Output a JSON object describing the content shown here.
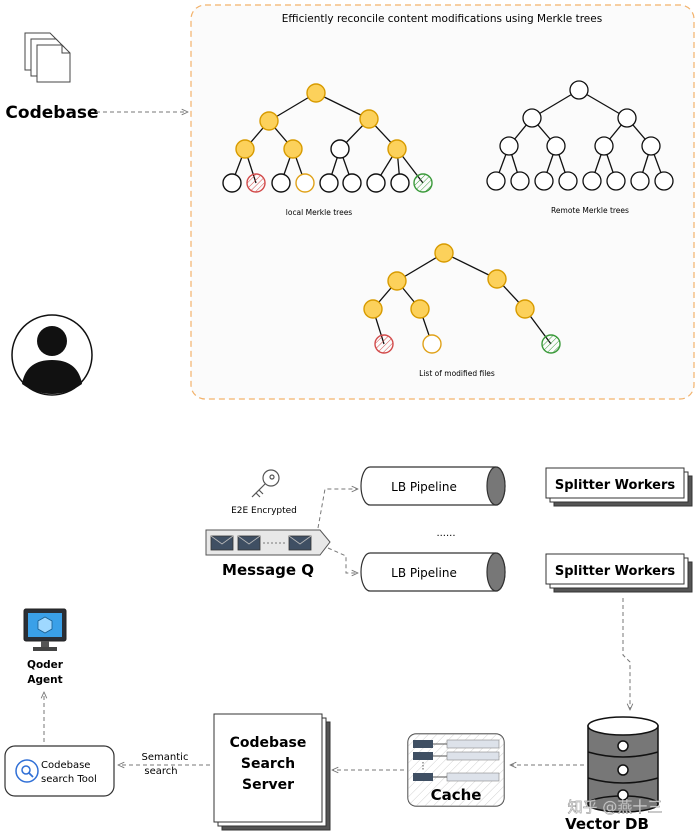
{
  "merkle_panel": {
    "title": "Efficiently reconcile content modifications using Merkle trees",
    "local_label": "local Merkle trees",
    "remote_label": "Remote Merkle trees",
    "modified_label": "List of modified files"
  },
  "codebase_label": "Codebase",
  "pipeline": {
    "e2e_label": "E2E Encrypted",
    "message_q_label": "Message Q",
    "lb_pipeline_1": "LB Pipeline",
    "lb_pipeline_2": "LB Pipeline",
    "ellipsis": "......",
    "splitter_1": "Splitter Workers",
    "splitter_2": "Splitter Workers"
  },
  "bottom": {
    "agent_label_line1": "Qoder",
    "agent_label_line2": "Agent",
    "search_tool_line1": "Codebase",
    "search_tool_line2": "search Tool",
    "semantic_line1": "Semantic",
    "semantic_line2": "search",
    "server_line1": "Codebase",
    "server_line2": "Search",
    "server_line3": "Server",
    "cache_label": "Cache",
    "vector_db_label": "Vector DB"
  },
  "watermark": "知乎 @燕十三",
  "colors": {
    "highlight_fill": "#fcd15b",
    "highlight_stroke": "#d89b00",
    "deleted_stroke": "#d24b4b",
    "added_stroke": "#3a9a3a",
    "panel_border": "#f2b26b",
    "panel_bg": "#fbfbfb"
  }
}
